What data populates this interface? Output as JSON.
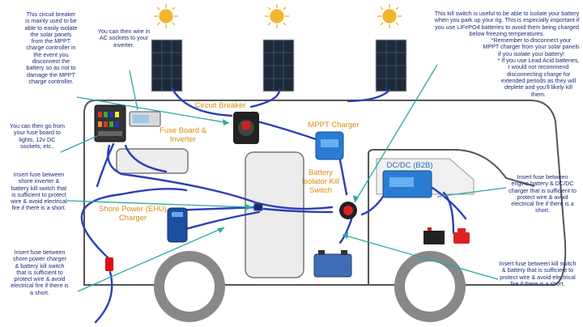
{
  "annotations": {
    "circuit_breaker_note": "This circuit breaker is mainly used to be able to easily isolate the solar panels from the MPPT charge controller in the event you disconnect the battery so as not to damage the MPPT charge controller.",
    "ac_sockets_note": "You can then wire in AC sockets to your inverter.",
    "kill_switch_note_1": "This kill switch is useful to be able to isolate your battery when you park up your rig. This is especially important if you use LiFePO4 batteries to avoid them being charged below freezing temperatures.",
    "kill_switch_note_2": "*Remember to disconnect your MPPT charger from your solar panels if you isolate your battery!",
    "kill_switch_note_3": "* If you use Lead Acid batteries, I would not recommend disconnecting charge for extended periods as they will deplete and you'll likely kill them.",
    "fuse_board_note": "You can then go from your fuse board to lights, 12v DC sockets, etc..",
    "inverter_fuse_note": "Insert fuse between shore inverter & battery kill switch that is sufficient to protect wire & avoid electrical fire if there is a short.",
    "shore_fuse_note": "Insert fuse between shore power charger & battery kill switch that is sufficient to protect wire & avoid electrical fire if there is a short.",
    "dcdc_fuse_note": "Insert fuse between engine battery & DC/DC charger that is sufficient to protect wire & avoid electrical fire if there is a short.",
    "kill_switch_fuse_note": "Insert fuse between kill switch & battery that is sufficient to protect wire & avoid electrical fire if there is a short."
  },
  "labels": {
    "circuit_breaker": "Circuit Breaker",
    "fuse_board": "Fuse Board & Inverter",
    "mppt_charger": "MPPT Charger",
    "dcdc": "DC/DC (B2B)",
    "battery_isolator": "Battery Isolator Kill Switch",
    "shore_power_charger": "Shore Power (EHU) Charger"
  },
  "colors": {
    "wire": "#2b3fb8",
    "pointer": "#2aa7a8",
    "label": "#d98a10",
    "note_text": "#1c2a7a",
    "van_outline": "#555555",
    "panel": "#1e2a3a",
    "sun": "#f2b531"
  }
}
